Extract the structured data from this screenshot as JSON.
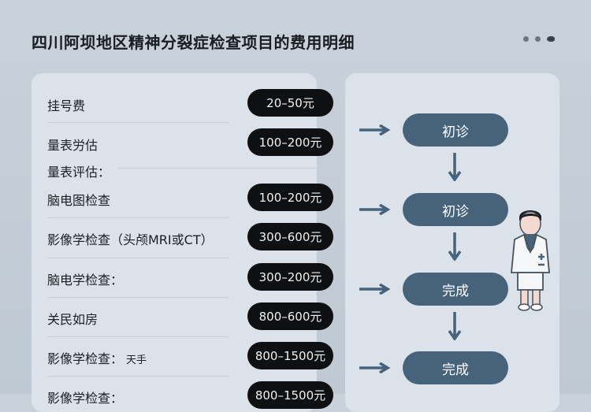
{
  "title": "四川阿坝地区精神分裂症检查项目的费用明细",
  "menu_icon": "more-dots-icon",
  "fees": [
    {
      "label": "挂号费",
      "price": "20–50元"
    },
    {
      "label": "量表労估",
      "price": "100–200元"
    },
    {
      "label": "量表评估：",
      "price": null
    },
    {
      "label": "脑电图检查",
      "price": "100–200元"
    },
    {
      "label": "影像学检查（头颅MRI或CT）",
      "price": "300–600元"
    },
    {
      "label": "脑电学检查：",
      "price": "300–200元"
    },
    {
      "label": "关民如房",
      "price": "800–600元"
    },
    {
      "label": "影像学检查：",
      "note": "天手",
      "price": "800–1500元"
    },
    {
      "label": "影像学检查：",
      "price": "800–1500元"
    }
  ],
  "flow": [
    {
      "label": "初诊"
    },
    {
      "label": "初诊"
    },
    {
      "label": "完成"
    },
    {
      "label": "完成"
    }
  ],
  "colors": {
    "pill": "#0f1012",
    "flow": "#47637b",
    "card": "#dce2e9"
  }
}
